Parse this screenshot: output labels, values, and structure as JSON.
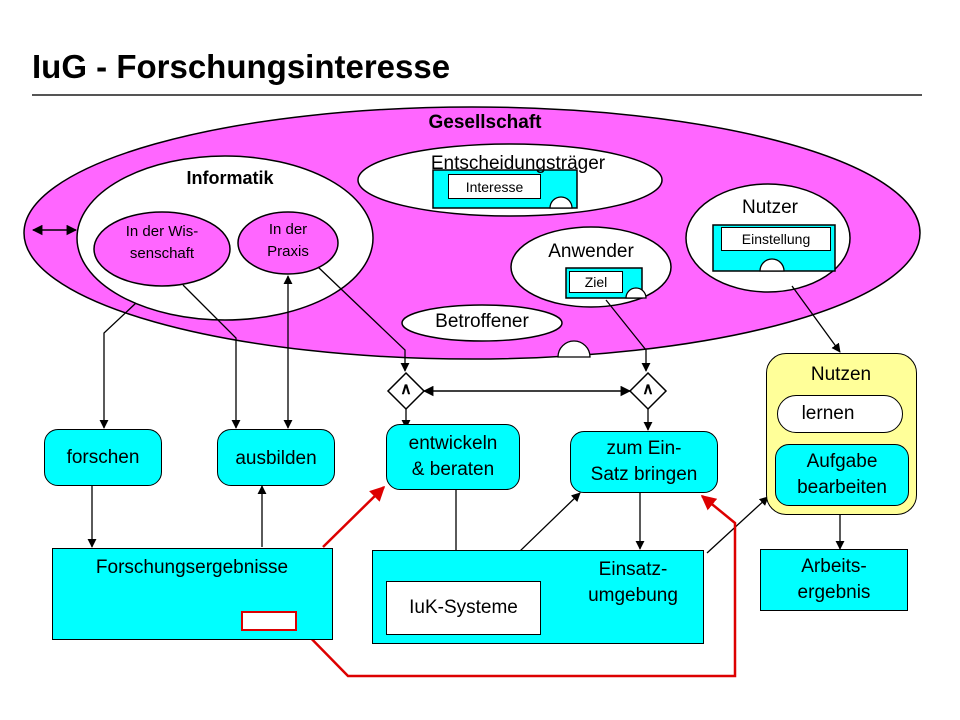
{
  "title": "IuG - Forschungsinteresse",
  "labels": {
    "gesellschaft": "Gesellschaft",
    "informatik": "Informatik",
    "wissenschaft": "In der Wis-\nsenschaft",
    "praxis": "In der\nPraxis",
    "entscheidungstraeger": "Entscheidungsträger",
    "interesse": "Interesse",
    "nutzer": "Nutzer",
    "einstellung": "Einstellung",
    "anwender": "Anwender",
    "ziel": "Ziel",
    "betroffener": "Betroffener",
    "and1": "∧",
    "and2": "∧",
    "forschen": "forschen",
    "ausbilden": "ausbilden",
    "entwickeln": "entwickeln\n& beraten",
    "einsatz_bringen": "zum Ein-\nSatz bringen",
    "nutzen": "Nutzen",
    "lernen": "lernen",
    "aufgabe": "Aufgabe\nbearbeiten",
    "forschungsergebnisse": "Forschungsergebnisse",
    "iuk_systeme": "IuK-Systeme",
    "einsatzumgebung": "Einsatz-\numgebung",
    "arbeitsergebnis": "Arbeits-\nergebnis"
  },
  "colors": {
    "magenta": "#ff66ff",
    "cyan": "#00ffff",
    "yellow": "#ffff99",
    "red": "#dd0000"
  }
}
